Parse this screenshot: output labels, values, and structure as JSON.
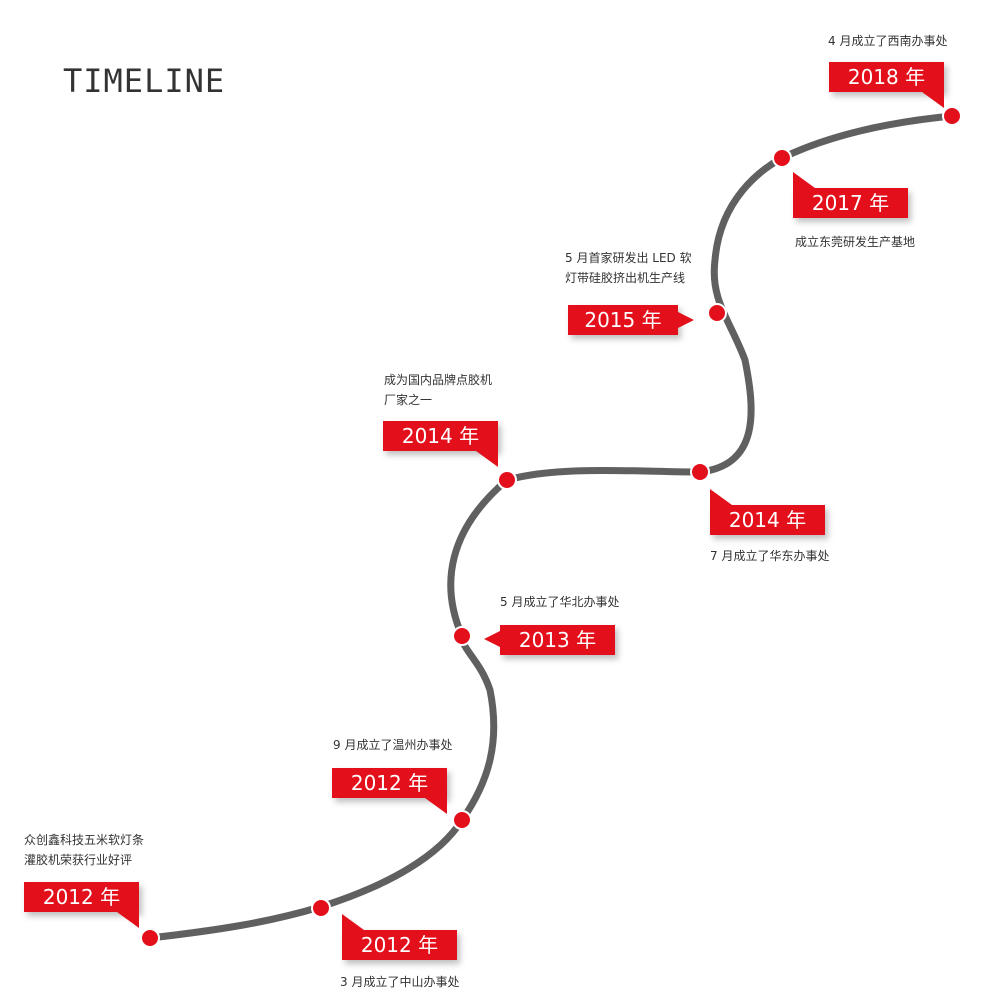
{
  "title": "TIMELINE",
  "colors": {
    "road": "#606060",
    "accent": "#e3101b",
    "dot_ring": "#ffffff"
  },
  "events": [
    {
      "year": "2012 年",
      "lines": [
        "3 月成立了中山办事处"
      ]
    },
    {
      "year": "2012 年",
      "lines": [
        "众创鑫科技五米软灯条",
        "灌胶机荣获行业好评"
      ]
    },
    {
      "year": "2012 年",
      "lines": [
        "9 月成立了温州办事处"
      ]
    },
    {
      "year": "2013 年",
      "lines": [
        "5 月成立了华北办事处"
      ]
    },
    {
      "year": "2014 年",
      "lines": [
        "成为国内品牌点胶机",
        "厂家之一"
      ]
    },
    {
      "year": "2014 年",
      "lines": [
        "7 月成立了华东办事处"
      ]
    },
    {
      "year": "2015 年",
      "lines": [
        "5 月首家研发出 LED 软",
        "灯带硅胶挤出机生产线"
      ]
    },
    {
      "year": "2017 年",
      "lines": [
        "成立东莞研发生产基地"
      ]
    },
    {
      "year": "2018 年",
      "lines": [
        "4 月成立了西南办事处"
      ]
    }
  ]
}
